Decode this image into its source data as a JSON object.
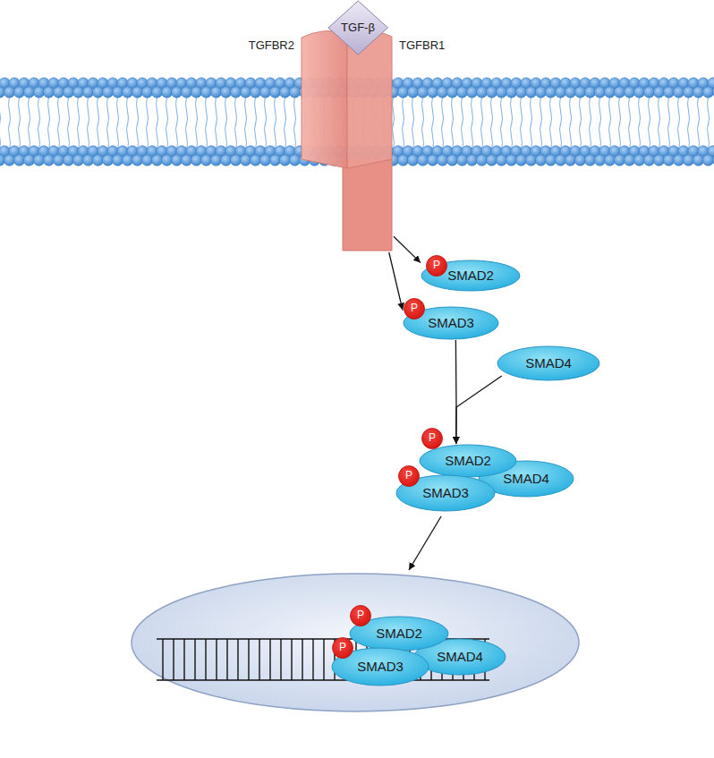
{
  "diagram": {
    "nodes": [
      {
        "text": [
          "TGF-β"
        ]
      },
      {
        "text": [
          "TGFBR2",
          "TGFBR1"
        ]
      },
      {
        "text": [
          "P"
        ]
      },
      {
        "text": [
          "SMAD2"
        ]
      },
      {
        "text": [
          "P"
        ]
      },
      {
        "text": [
          "SMAD3"
        ]
      },
      {
        "text": [
          "SMAD4"
        ]
      },
      {
        "text": [
          "P"
        ]
      },
      {
        "text": [
          "SMAD2"
        ]
      },
      {
        "text": [
          "P"
        ]
      },
      {
        "text": [
          "SMAD3"
        ]
      },
      {
        "text": [
          "SMAD4"
        ]
      },
      {
        "text": [
          "P"
        ]
      },
      {
        "text": [
          "SMAD2"
        ]
      },
      {
        "text": [
          "P"
        ]
      },
      {
        "text": [
          "SMAD3"
        ]
      },
      {
        "text": [
          "SMAD4"
        ]
      }
    ],
    "edges": [
      {
        "from": 1,
        "to": 3,
        "arrow": "to"
      },
      {
        "from": 1,
        "to": 5,
        "arrow": "to"
      },
      {
        "from": 5,
        "to": 8,
        "arrow": "to"
      },
      {
        "from": 6,
        "to": 8,
        "arrow": "to"
      }
    ]
  }
}
